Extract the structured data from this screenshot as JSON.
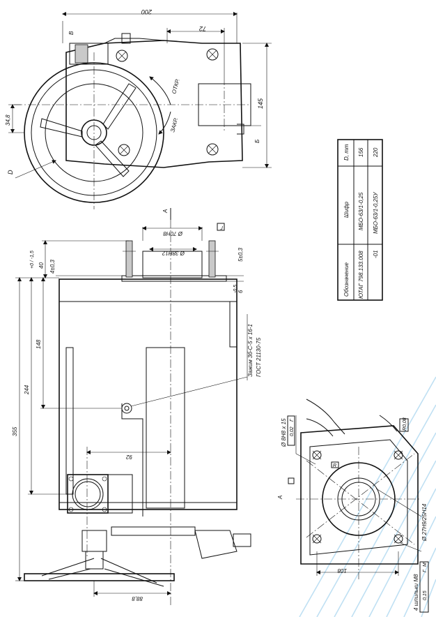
{
  "top_view": {
    "dim_200": "200",
    "dim_72": "72",
    "dim_145": "145",
    "dim_34_8": "34,8",
    "label_D": "D",
    "label_B_top": "B",
    "label_B_right": "Б",
    "label_open": "ОТКР.",
    "label_close": "ЗАКР."
  },
  "side_view": {
    "dim_d70": "Ø 70H8",
    "dim_d38": "Ø 38H12",
    "dim_40": "40",
    "dim_40_tol": "+0 / -1,5",
    "dim_4": "4±0,3",
    "dim_5": "5±0,3",
    "dim_6": "6",
    "dim_6_tol": "-0,5",
    "dim_148": "148",
    "dim_244": "244",
    "dim_355": "355",
    "dim_92": "92",
    "dim_88": "88,8",
    "label_A": "A",
    "label_G": "Г",
    "clamp_note_1": "Зажим 3б-С-5 х 16-1",
    "clamp_note_2": "ГОСТ 21130-75"
  },
  "table": {
    "headers": [
      "Обозначение",
      "Шифр",
      "D, mm"
    ],
    "rows": [
      [
        "ЮТАГ 798.133.008",
        "МБО-63/1-0,25",
        "156"
      ],
      [
        "-01",
        "МБО-63/1-0,25У",
        "220"
      ]
    ]
  },
  "flange_view": {
    "label_A": "A",
    "hole_spec": "Ø 8H8 х 15",
    "hole_tol": "0,02",
    "hole_datum": "Г",
    "dim_108": "108",
    "dim_d27": "Ø 27H9/25H14",
    "studs": "4 шпильки М8",
    "studs_tol": "0,15",
    "studs_datum": "Г",
    "studs_mod": "М",
    "mark_R": "R",
    "mark_box1": "|||",
    "mark_box2": "R0,08"
  }
}
